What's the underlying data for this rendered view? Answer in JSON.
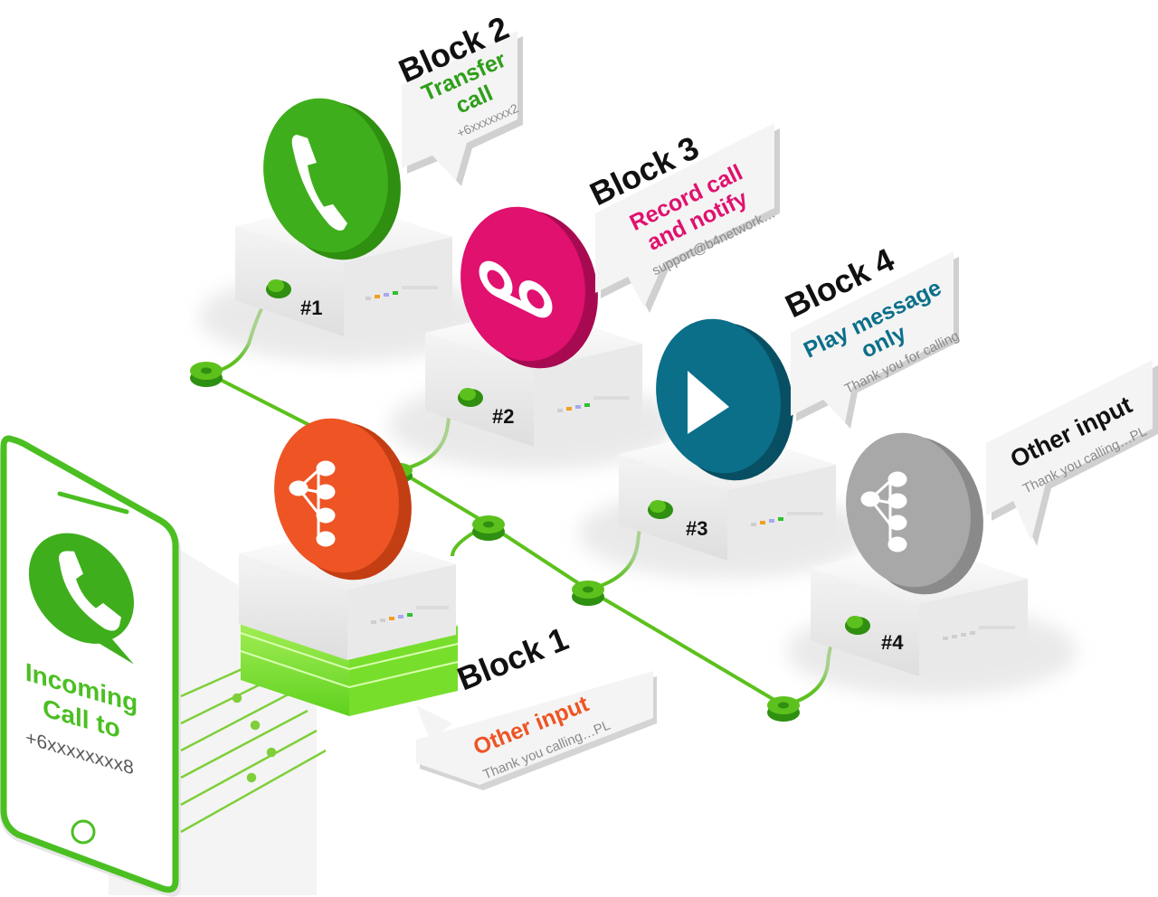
{
  "phone": {
    "line1": "Incoming",
    "line2": "Call to",
    "number": "+6xxxxxxxx8"
  },
  "blocks": [
    {
      "title": "Block 1",
      "action": "Other input",
      "detail": "Thank you calling…PL",
      "port": ""
    },
    {
      "title": "Block 2",
      "action_line1": "Transfer",
      "action_line2": "call",
      "detail": "+6xxxxxxx2",
      "port": "#1"
    },
    {
      "title": "Block 3",
      "action_line1": "Record call",
      "action_line2": "and notify",
      "detail": "support@b4network…",
      "port": "#2"
    },
    {
      "title": "Block 4",
      "action_line1": "Play message",
      "action_line2": "only",
      "detail": "Thank you for calling",
      "port": "#3"
    },
    {
      "title": "",
      "action": "Other input",
      "detail": "Thank you calling…PL",
      "port": "#4"
    }
  ],
  "colors": {
    "green": "#3fae1c",
    "line": "#5cc11c",
    "pink": "#e0116f",
    "teal": "#0c6f8a",
    "orange": "#ee5424",
    "gray": "#a8a8a8"
  },
  "icons": {
    "phone": "phone-icon",
    "voicemail": "voicemail-icon",
    "play": "play-icon",
    "flow": "flow-tree-icon"
  }
}
